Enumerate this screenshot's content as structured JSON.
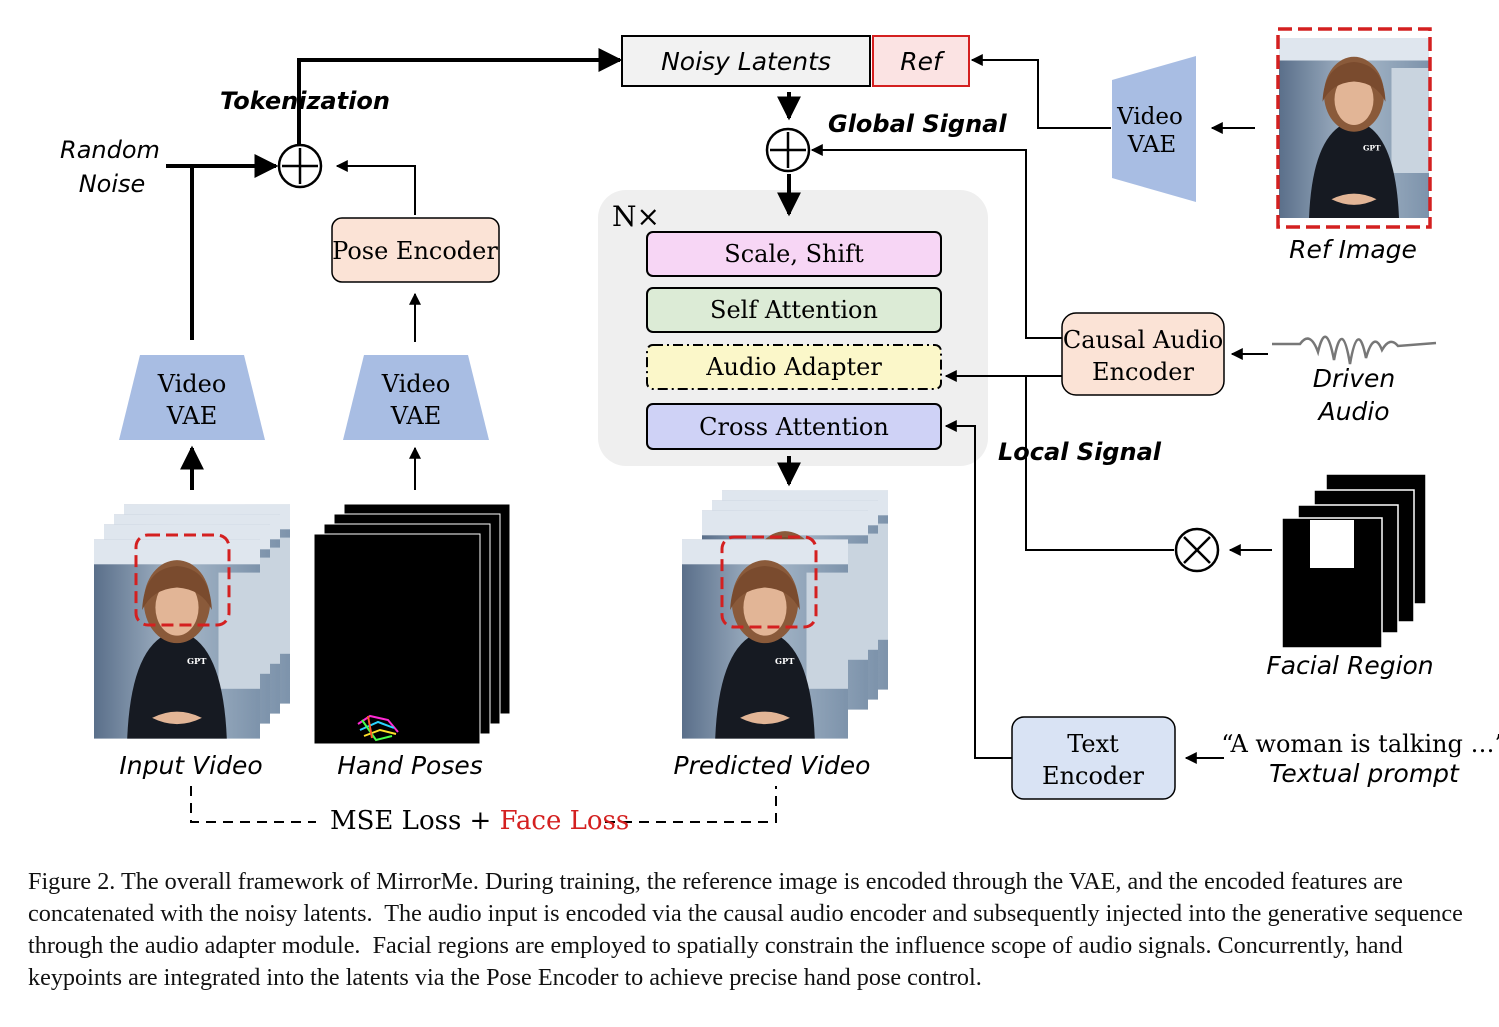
{
  "diagram": {
    "labels": {
      "noisy_latents": "Noisy Latents",
      "ref": "Ref",
      "tokenization": "Tokenization",
      "global_signal": "Global Signal",
      "local_signal": "Local Signal",
      "random_noise_line1": "Random",
      "random_noise_line2": "Noise",
      "pose_encoder": "Pose Encoder",
      "video_vae_line1": "Video",
      "video_vae_line2": "VAE",
      "repeat_count": "N×",
      "scale_shift": "Scale, Shift",
      "self_attention": "Self Attention",
      "audio_adapter": "Audio Adapter",
      "cross_attention": "Cross Attention",
      "causal_audio_encoder_line1": "Causal Audio",
      "causal_audio_encoder_line2": "Encoder",
      "driven_audio_line1": "Driven",
      "driven_audio_line2": "Audio",
      "ref_image": "Ref Image",
      "facial_region": "Facial Region",
      "text_encoder_line1": "Text",
      "text_encoder_line2": "Encoder",
      "prompt_quote": "“A woman is talking …”",
      "textual_prompt": "Textual prompt",
      "input_video": "Input Video",
      "hand_poses": "Hand Poses",
      "predicted_video": "Predicted Video",
      "mse_loss": "MSE Loss + ",
      "face_loss": "Face Loss",
      "frame_logo": "GPT"
    },
    "colors": {
      "pink": "#f7d6f5",
      "green": "#dcebd6",
      "yellow": "#fbf7c9",
      "lavender": "#cfd2f6",
      "peach": "#fbe3d6",
      "vae_blue": "#a8bde3",
      "text_encoder_blue": "#d9e3f4",
      "ref_red": "#d42020",
      "panel_gray": "#efefef"
    }
  },
  "caption": {
    "text": "Figure 2. The overall framework of MirrorMe. During training, the reference image is encoded through the VAE, and the encoded features are concatenated with the noisy latents.  The audio input is encoded via the causal audio encoder and subsequently injected into the generative sequence through the audio adapter module.  Facial regions are employed to spatially constrain the influence scope of audio signals. Concurrently, hand keypoints are integrated into the latents via the Pose Encoder to achieve precise hand pose control."
  }
}
